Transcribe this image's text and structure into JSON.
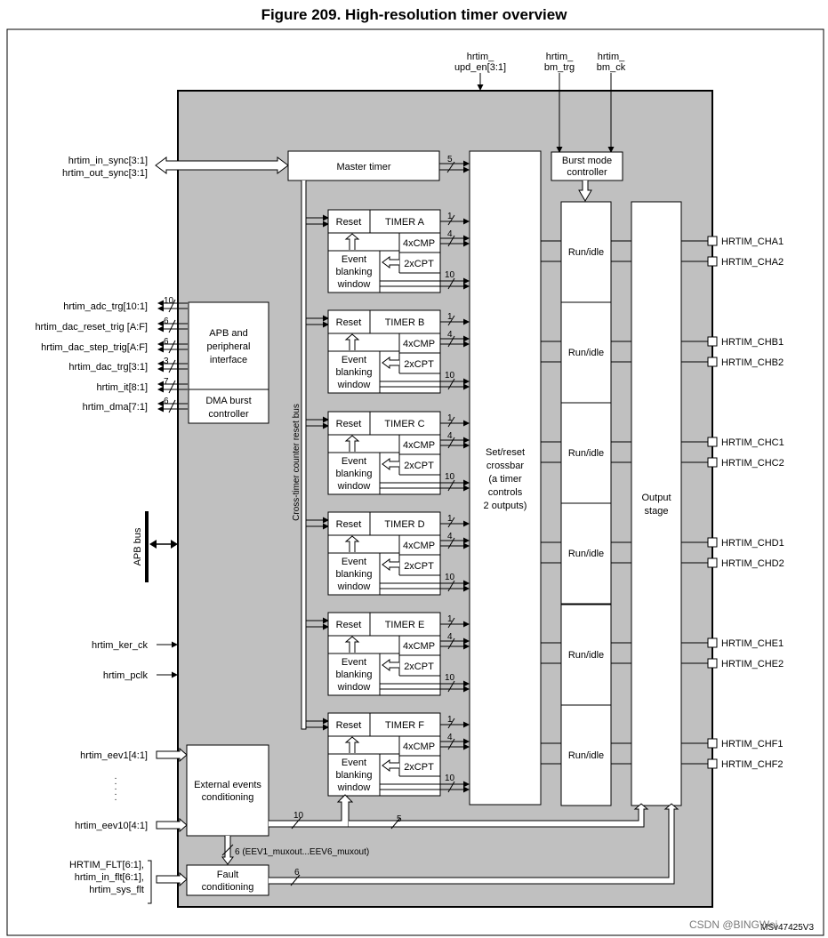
{
  "title": "Figure 209. High-resolution timer overview",
  "top_inputs": {
    "upd_en": [
      "hrtim_",
      "upd_en[3:1]"
    ],
    "bm_trg": [
      "hrtim_",
      "bm_trg"
    ],
    "bm_ck": [
      "hrtim_",
      "bm_ck"
    ]
  },
  "sync": [
    "hrtim_in_sync[3:1]",
    "hrtim_out_sync[3:1]"
  ],
  "master": {
    "label": "Master timer",
    "bus_width": "5"
  },
  "burst": [
    "Burst mode",
    "controller"
  ],
  "apb_lines": [
    {
      "label": "hrtim_adc_trg[10:1]",
      "width": "10"
    },
    {
      "label": "hrtim_dac_reset_trig [A:F]",
      "width": "6"
    },
    {
      "label": "hrtim_dac_step_trig[A:F]",
      "width": "6"
    },
    {
      "label": "hrtim_dac_trg[3:1]",
      "width": "3"
    },
    {
      "label": "hrtim_it[8:1]",
      "width": "7"
    },
    {
      "label": "hrtim_dma[7:1]",
      "width": "6"
    }
  ],
  "apb_box": [
    "APB and",
    "peripheral",
    "interface"
  ],
  "dma_box": [
    "DMA burst",
    "controller"
  ],
  "apb_bus": "APB bus",
  "clocks": [
    "hrtim_ker_ck",
    "hrtim_pclk"
  ],
  "cross_bus": "Cross-timer counter reset bus",
  "timer_labels": {
    "reset": "Reset",
    "cmp": "4xCMP",
    "cpt": "2xCPT",
    "event": [
      "Event",
      "blanking",
      "window"
    ],
    "w1": "1",
    "w4": "4",
    "w10": "10"
  },
  "timers": [
    "TIMER A",
    "TIMER B",
    "TIMER C",
    "TIMER D",
    "TIMER E",
    "TIMER F"
  ],
  "crossbar": [
    "Set/reset",
    "crossbar",
    "(a timer",
    "controls",
    "2 outputs)"
  ],
  "runidle": "Run/idle",
  "output_stage": [
    "Output",
    "stage"
  ],
  "channels": [
    [
      "HRTIM_CHA1",
      "HRTIM_CHA2"
    ],
    [
      "HRTIM_CHB1",
      "HRTIM_CHB2"
    ],
    [
      "HRTIM_CHC1",
      "HRTIM_CHC2"
    ],
    [
      "HRTIM_CHD1",
      "HRTIM_CHD2"
    ],
    [
      "HRTIM_CHE1",
      "HRTIM_CHE2"
    ],
    [
      "HRTIM_CHF1",
      "HRTIM_CHF2"
    ]
  ],
  "eev": [
    "hrtim_eev1[4:1]",
    "hrtim_eev10[4:1]"
  ],
  "ext_box": [
    "External events",
    "conditioning"
  ],
  "ext_widths": [
    "10",
    "5"
  ],
  "mux_label": "6 (EEV1_muxout...EEV6_muxout)",
  "flt_inputs": [
    "HRTIM_FLT[6:1],",
    "hrtim_in_flt[6:1],",
    "hrtim_sys_flt"
  ],
  "fault_box": [
    "Fault",
    "conditioning"
  ],
  "fault_width": "6",
  "code": "MSv47425V3",
  "watermark": "CSDN @BINGWei."
}
